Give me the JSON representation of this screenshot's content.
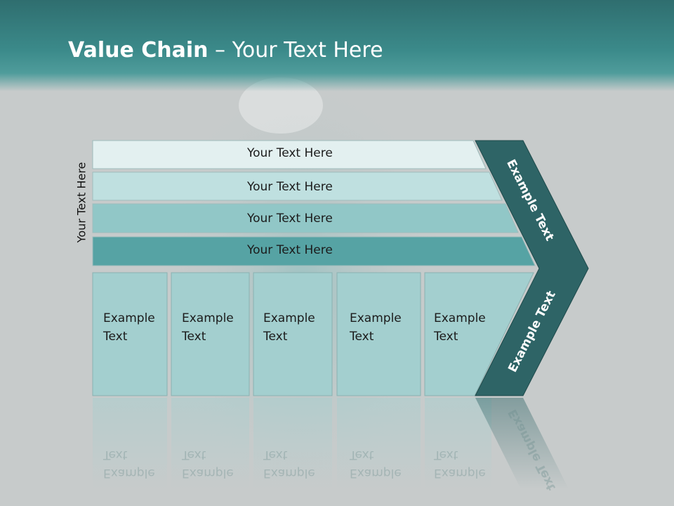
{
  "title": {
    "bold": "Value Chain",
    "rest": " – Your Text Here"
  },
  "side_label": "Your Text Here",
  "bars": [
    "Your Text Here",
    "Your Text Here",
    "Your Text Here",
    "Your Text Here"
  ],
  "boxes": [
    {
      "line1": "Example",
      "line2": "Text"
    },
    {
      "line1": "Example",
      "line2": "Text"
    },
    {
      "line1": "Example",
      "line2": "Text"
    },
    {
      "line1": "Example",
      "line2": "Text"
    },
    {
      "line1": "Example",
      "line2": "Text"
    }
  ],
  "chevron": {
    "upper": "Example Text",
    "lower": "Example Text"
  },
  "colors": {
    "header": "#3b8a8a",
    "chevron": "#2e6466",
    "bar_dark": "#57a4a5",
    "box_fill": "#a3cfcf"
  }
}
